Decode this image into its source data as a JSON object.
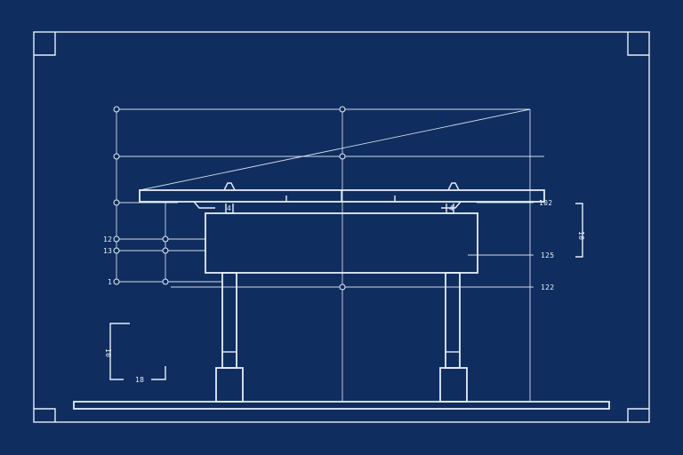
{
  "colors": {
    "background": "#0f2d5e",
    "line": "#e6eefb"
  },
  "labels": {
    "left_top": "12",
    "left_mid": "13",
    "left_bottom": "1",
    "deck_left": "4",
    "deck_right": "4",
    "right_top": "102",
    "right_mid": "125",
    "right_bottom": "122",
    "right_bracket": "10",
    "bottom_left_vertical": "10",
    "bottom_left_horizontal": "18"
  }
}
